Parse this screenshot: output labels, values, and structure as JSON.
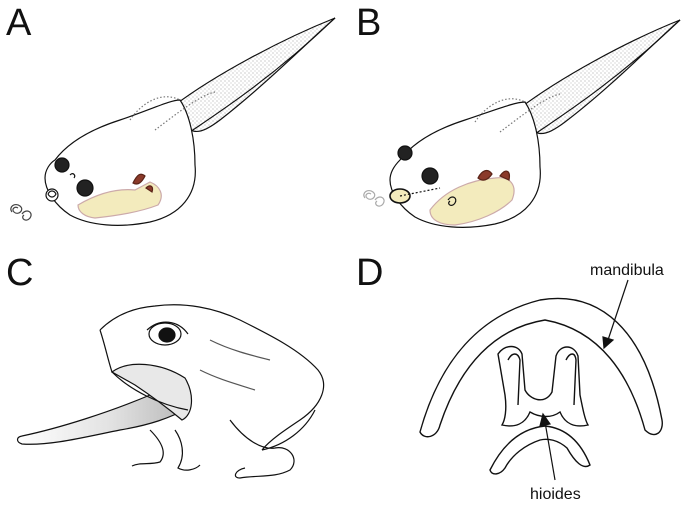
{
  "panels": {
    "a": {
      "letter": "A"
    },
    "b": {
      "letter": "B"
    },
    "c": {
      "letter": "C"
    },
    "d": {
      "letter": "D"
    }
  },
  "annotations": {
    "mandible": "mandibula",
    "hyoid": "hioides"
  },
  "colors": {
    "outline": "#111111",
    "cartilage_fill": "#f3ebbd",
    "muscle_red": "#8b3a2a",
    "tail_stipple": "#9a9a9a",
    "tongue_shade": "#cfcfcf"
  }
}
